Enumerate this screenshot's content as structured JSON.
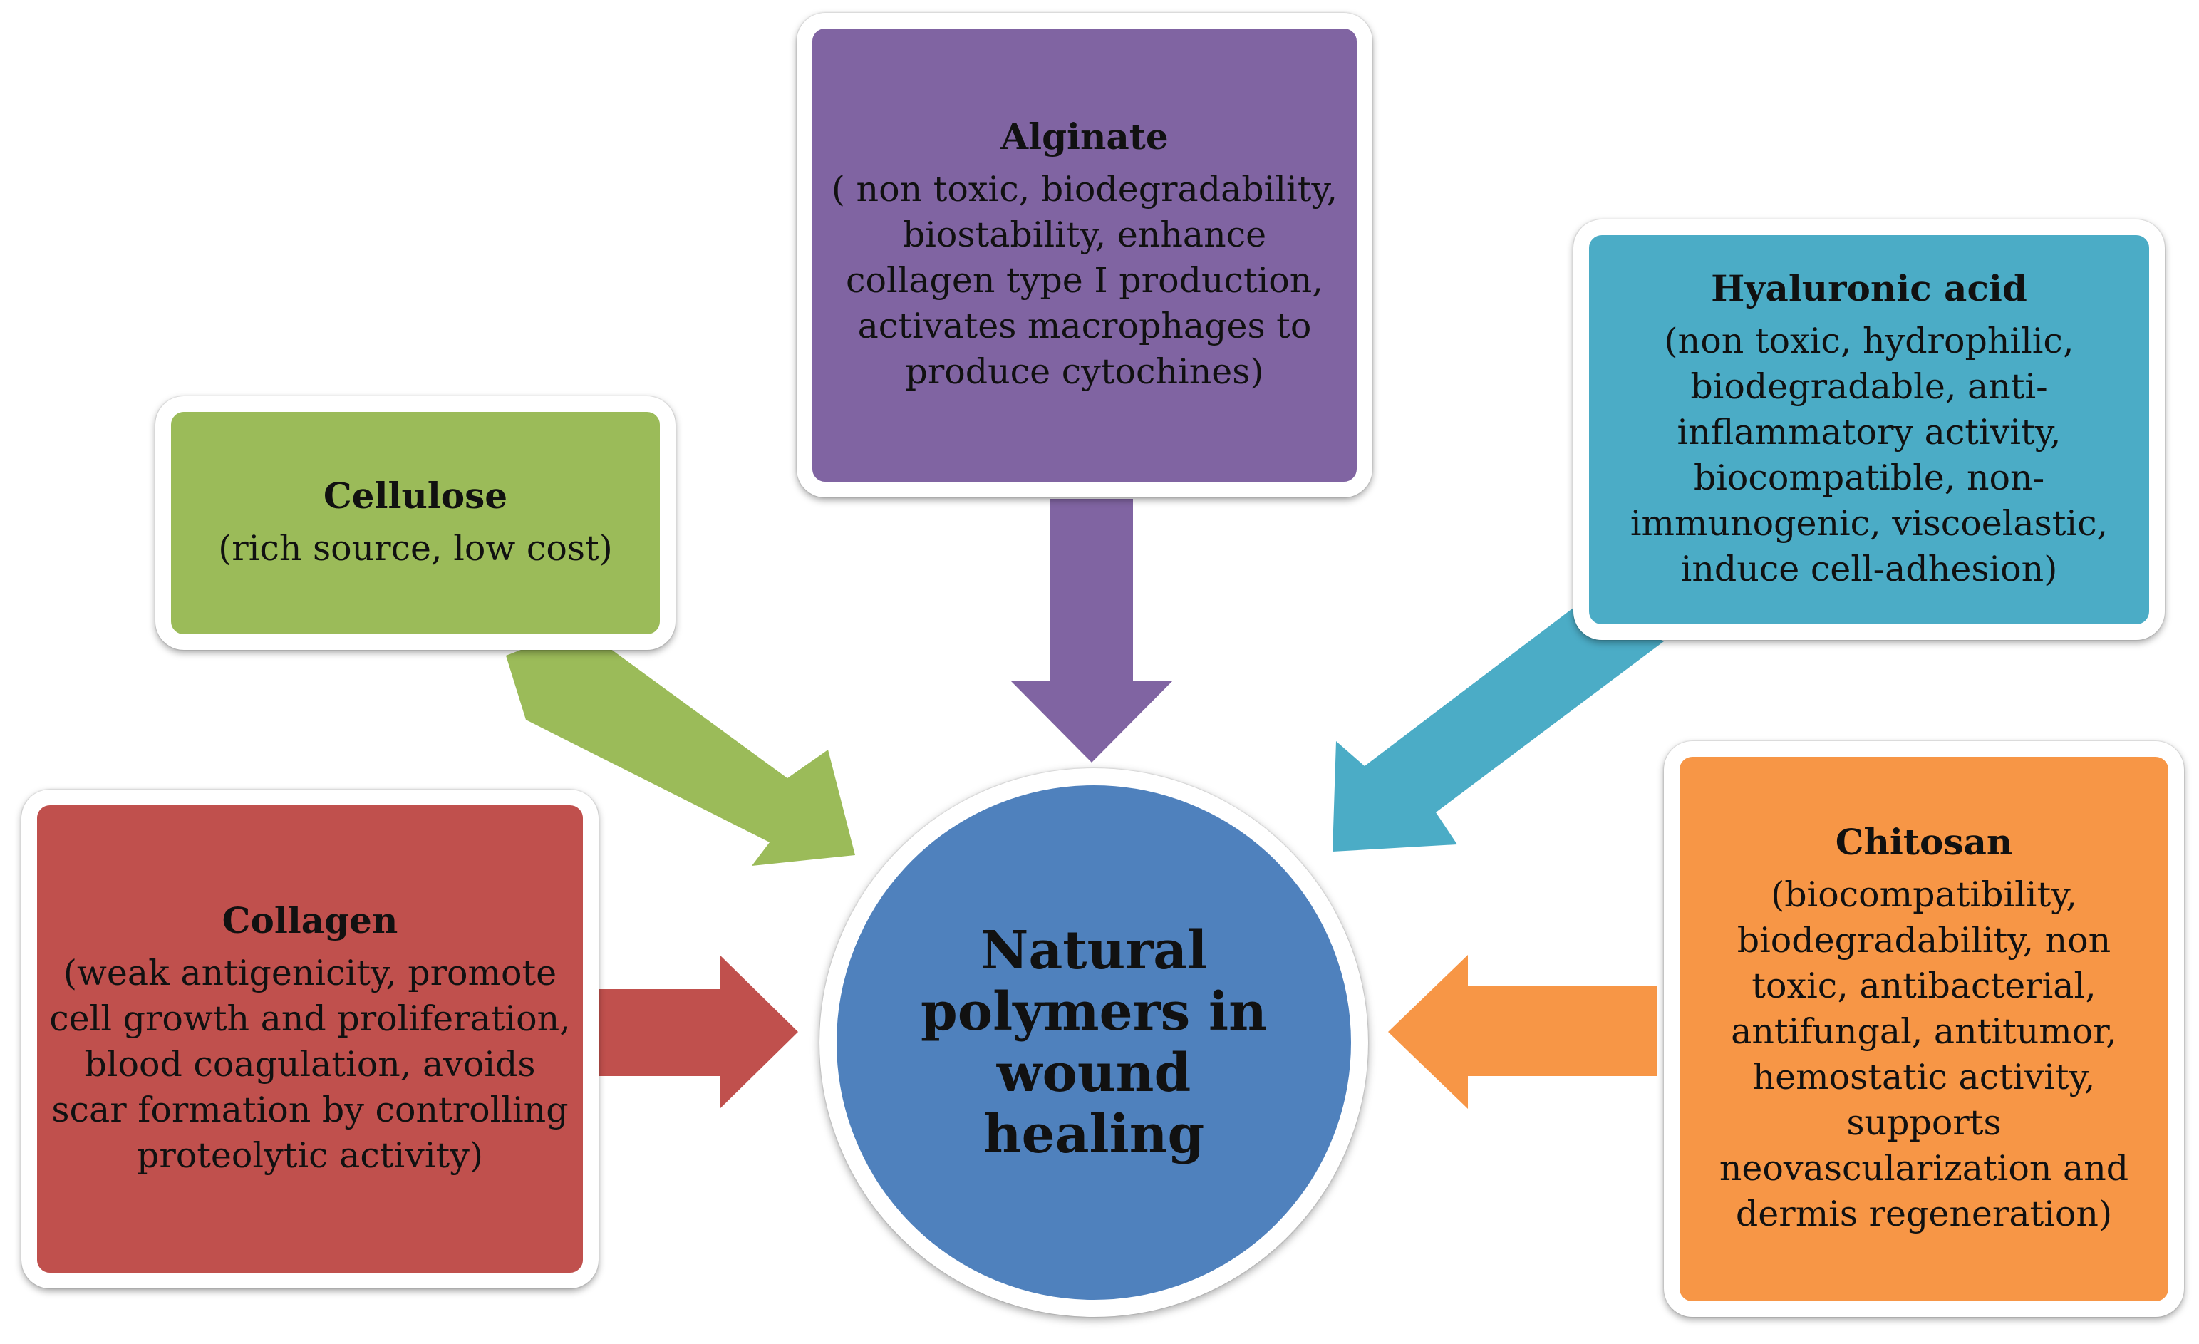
{
  "colors": {
    "cellulose": "#9bbb59",
    "alginate": "#8064a2",
    "hyaluronic": "#4bacc6",
    "collagen": "#c0504d",
    "chitosan": "#f79646",
    "hub": "#4f81bd"
  },
  "hub": {
    "text": "Natural polymers  in wound healing"
  },
  "nodes": {
    "alginate": {
      "title": "Alginate",
      "desc": "( non toxic, biodegradability, biostability, enhance collagen type I production, activates macrophages to produce cytochines)"
    },
    "cellulose": {
      "title": "Cellulose",
      "desc": "(rich source, low cost)"
    },
    "hyaluronic": {
      "title": "Hyaluronic acid",
      "desc": "(non toxic, hydrophilic, biodegradable, anti-inflammatory activity, biocompatible, non-immunogenic, viscoelastic, induce cell-adhesion)"
    },
    "collagen": {
      "title": "Collagen",
      "desc": "(weak antigenicity, promote cell growth and proliferation, blood coagulation, avoids scar  formation by controlling proteolytic activity)"
    },
    "chitosan": {
      "title": "Chitosan",
      "desc": "(biocompatibility, biodegradability, non toxic, antibacterial, antifungal, antitumor, hemostatic activity, supports neovascularization and dermis regeneration)"
    }
  }
}
